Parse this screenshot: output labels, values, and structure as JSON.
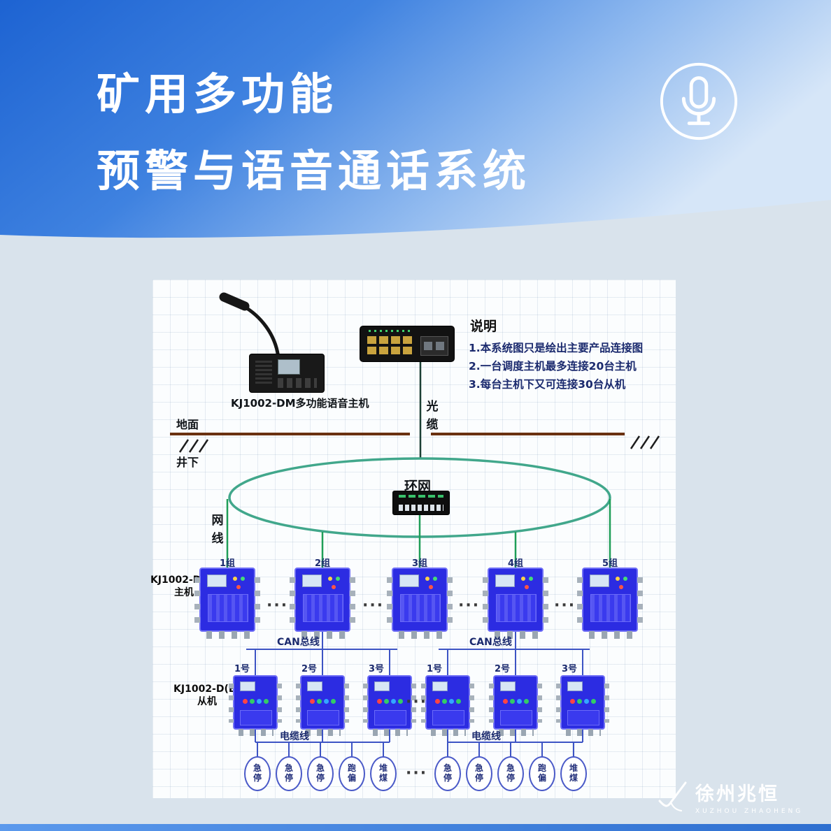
{
  "banner": {
    "title_line1": "矿用多功能",
    "title_line2": "预警与语音通话系统"
  },
  "devices": {
    "dispatch_console_label": "KJ1002-DM多功能语音主机",
    "master_model": "KJ1002-D(A)",
    "master_role": "主机",
    "slave_model": "KJ1002-D(B)",
    "slave_role": "从机"
  },
  "notes": {
    "heading": "说明",
    "items": [
      "1.本系统图只是绘出主要产品连接图",
      "2.一台调度主机最多连接20台主机",
      "3.每台主机下又可连接30台从机"
    ]
  },
  "diagram_labels": {
    "optical_cable": "光缆",
    "surface": "地面",
    "underground": "井下",
    "ring_network": "环网",
    "network_cable": "网线",
    "can_bus": "CAN总线",
    "cable_line": "电缆线",
    "ellipsis": "···"
  },
  "master_groups": [
    "1组",
    "2组",
    "3组",
    "4组",
    "5组"
  ],
  "slave_numbers": [
    "1号",
    "2号",
    "3号"
  ],
  "sensors": [
    "急停",
    "急停",
    "急停",
    "跑偏",
    "堆煤"
  ],
  "watermark": {
    "brand": "徐州兆恒",
    "brand_latin": "XUZHOU ZHAOHENG"
  },
  "colors": {
    "banner_blue": "#2a6fd8",
    "ring_green": "#41a78b",
    "drop_green": "#1f9e58",
    "device_blue": "#2c2ce2",
    "bus_blue": "#3d54c4",
    "ground_brown": "#6a3110",
    "note_navy": "#1b2a6e"
  }
}
